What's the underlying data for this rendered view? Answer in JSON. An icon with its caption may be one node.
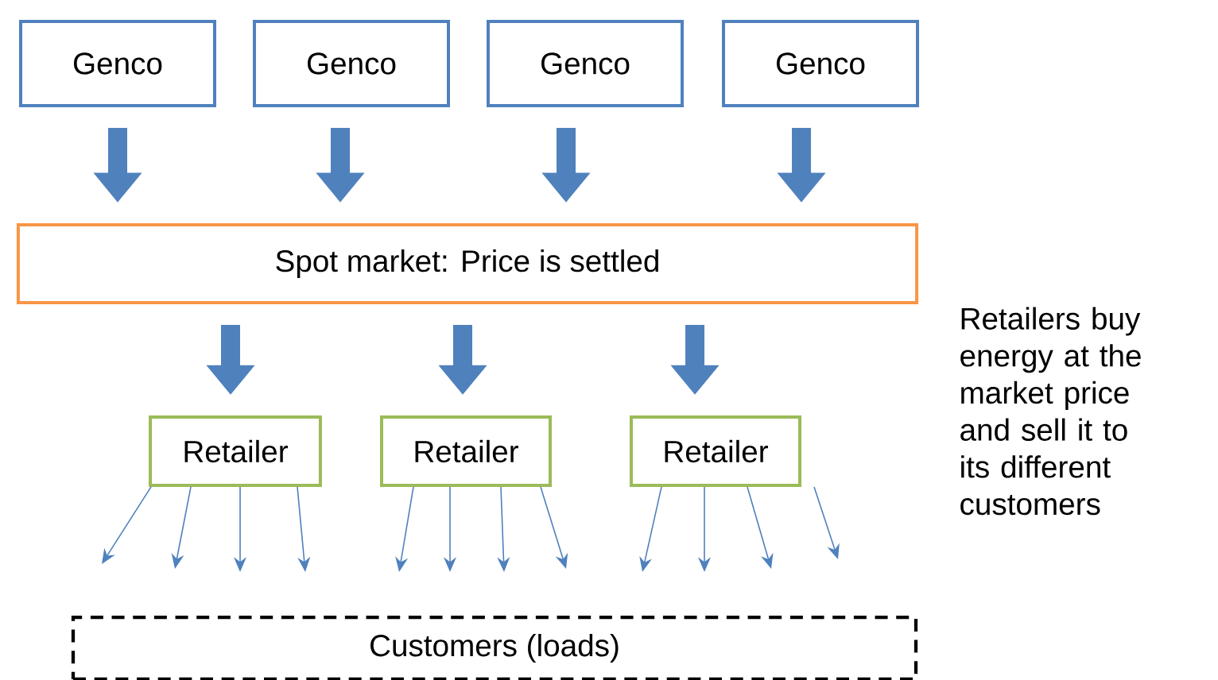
{
  "diagram": {
    "nodes": [
      {
        "text": [
          "Genco"
        ]
      },
      {
        "text": [
          "Genco"
        ]
      },
      {
        "text": [
          "Genco"
        ]
      },
      {
        "text": [
          "Genco"
        ]
      },
      {
        "text": [
          "Spot market: Price is settled"
        ]
      },
      {
        "text": [
          "Retailer"
        ]
      },
      {
        "text": [
          "Retailer"
        ]
      },
      {
        "text": [
          "Retailer"
        ]
      },
      {
        "text": [
          "Customers (loads)"
        ]
      }
    ],
    "edges": [
      {
        "from": 0,
        "to": 4,
        "arrow": "to",
        "style": "thick",
        "color": "#4f81bd"
      },
      {
        "from": 1,
        "to": 4,
        "arrow": "to",
        "style": "thick",
        "color": "#4f81bd"
      },
      {
        "from": 2,
        "to": 4,
        "arrow": "to",
        "style": "thick",
        "color": "#4f81bd"
      },
      {
        "from": 3,
        "to": 4,
        "arrow": "to",
        "style": "thick",
        "color": "#4f81bd"
      },
      {
        "from": 4,
        "to": 5,
        "arrow": "to",
        "style": "thick",
        "color": "#4f81bd"
      },
      {
        "from": 4,
        "to": 6,
        "arrow": "to",
        "style": "thick",
        "color": "#4f81bd"
      },
      {
        "from": 4,
        "to": 7,
        "arrow": "to",
        "style": "thick",
        "color": "#4f81bd"
      },
      {
        "from": 5,
        "to": null,
        "arrow": "to"
      },
      {
        "from": 5,
        "to": null,
        "arrow": "to"
      },
      {
        "from": 5,
        "to": null,
        "arrow": "to"
      },
      {
        "from": 5,
        "to": null,
        "arrow": "to"
      },
      {
        "from": 6,
        "to": null,
        "arrow": "to"
      },
      {
        "from": 6,
        "to": null,
        "arrow": "to"
      },
      {
        "from": 6,
        "to": null,
        "arrow": "to"
      },
      {
        "from": 6,
        "to": null,
        "arrow": "to"
      },
      {
        "from": 7,
        "to": null,
        "arrow": "to"
      },
      {
        "from": 7,
        "to": null,
        "arrow": "to"
      },
      {
        "from": 7,
        "to": null,
        "arrow": "to"
      },
      {
        "from": 7,
        "to": null,
        "arrow": "to"
      }
    ],
    "labels": [
      "Retailers buy energy at the market price and sell it to its different customers"
    ]
  }
}
